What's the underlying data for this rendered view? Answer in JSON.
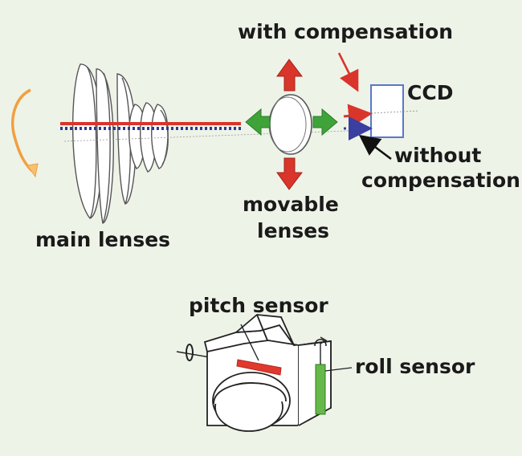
{
  "labels": {
    "with_compensation": "with compensation",
    "ccd": "CCD",
    "without_compensation_line1": "without",
    "without_compensation_line2": "compensation",
    "movable_lenses_line1": "movable",
    "movable_lenses_line2": "lenses",
    "main_lenses": "main lenses",
    "pitch_sensor": "pitch sensor",
    "roll_sensor": "roll sensor"
  },
  "colors": {
    "background": "#eef3e8",
    "red_arrow": "#d9352a",
    "green_arrow": "#3fa33a",
    "axis_red": "#d9352a",
    "axis_blue": "#2f3a8f",
    "lens_fill": "#ffffff",
    "lens_stroke": "#555555",
    "ccd_stroke": "#5a78c9",
    "orange_rotation": "#f0a040",
    "pitch_sensor": "#e0392d",
    "roll_sensor": "#66b84a",
    "line": "#222222"
  },
  "icons": {
    "rotation_arrow": "curved-rotation-arrow-icon",
    "camera": "camera-icon"
  }
}
